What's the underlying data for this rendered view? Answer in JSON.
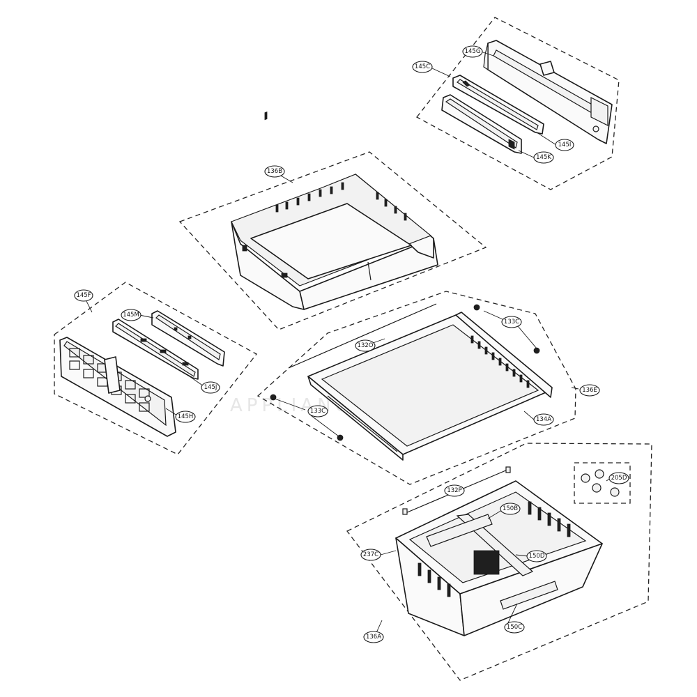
{
  "diagram": {
    "callouts": [
      {
        "id": "145C",
        "label": "145C"
      },
      {
        "id": "145G",
        "label": "145G"
      },
      {
        "id": "145I",
        "label": "145I"
      },
      {
        "id": "145K",
        "label": "145K"
      },
      {
        "id": "136B",
        "label": "136B"
      },
      {
        "id": "145F",
        "label": "145F"
      },
      {
        "id": "145M",
        "label": "145M"
      },
      {
        "id": "145J",
        "label": "145J"
      },
      {
        "id": "145H",
        "label": "145H"
      },
      {
        "id": "133C_top",
        "label": "133C"
      },
      {
        "id": "132O",
        "label": "132O"
      },
      {
        "id": "136E",
        "label": "136E"
      },
      {
        "id": "133C_bottom",
        "label": "133C"
      },
      {
        "id": "134A",
        "label": "134A"
      },
      {
        "id": "205D",
        "label": "205D"
      },
      {
        "id": "132P",
        "label": "132P"
      },
      {
        "id": "150B",
        "label": "150B"
      },
      {
        "id": "237C",
        "label": "237C"
      },
      {
        "id": "150D",
        "label": "150D"
      },
      {
        "id": "150C",
        "label": "150C"
      },
      {
        "id": "136A",
        "label": "136A"
      }
    ],
    "watermark": "APPLIANCE PARTS"
  }
}
